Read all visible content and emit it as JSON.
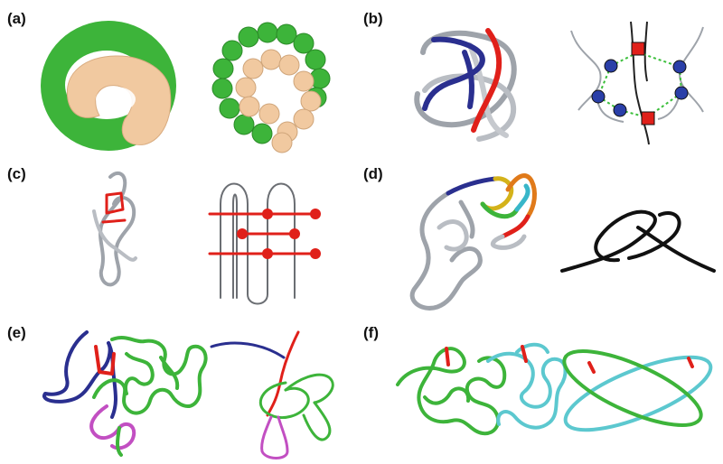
{
  "panels": [
    {
      "label": "(a)"
    },
    {
      "label": "(b)"
    },
    {
      "label": "(c)"
    },
    {
      "label": "(d)"
    },
    {
      "label": "(e)"
    },
    {
      "label": "(f)"
    }
  ],
  "colors": {
    "green": "#3db43a",
    "tan": "#f1c9a0",
    "navy": "#2a2f8f",
    "red": "#e0201a",
    "grey": "#9ea3aa",
    "magenta": "#c24fc2",
    "cyan": "#5cc8cf",
    "black": "#111111",
    "dotted_green": "#3bbf3b"
  }
}
